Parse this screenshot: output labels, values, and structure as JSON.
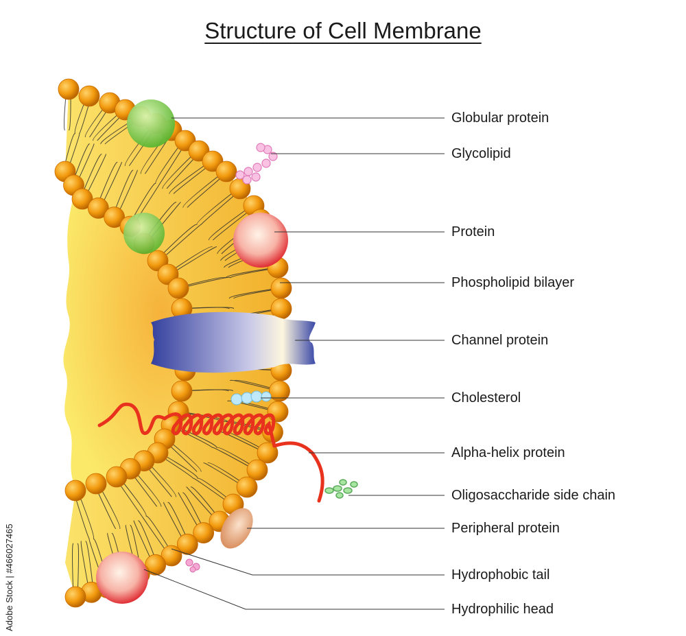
{
  "title": "Structure of Cell Membrane",
  "labels": [
    {
      "key": "globular_protein",
      "text": "Globular protein"
    },
    {
      "key": "glycolipid",
      "text": "Glycolipid"
    },
    {
      "key": "protein",
      "text": "Protein"
    },
    {
      "key": "phospholipid_bilayer",
      "text": "Phospholipid bilayer"
    },
    {
      "key": "channel_protein",
      "text": "Channel protein"
    },
    {
      "key": "cholesterol",
      "text": "Cholesterol"
    },
    {
      "key": "alpha_helix_protein",
      "text": "Alpha-helix protein"
    },
    {
      "key": "oligosaccharide_side_chain",
      "text": "Oligosaccharide side chain"
    },
    {
      "key": "peripheral_protein",
      "text": "Peripheral protein"
    },
    {
      "key": "hydrophobic_tail",
      "text": "Hydrophobic tail"
    },
    {
      "key": "hydrophilic_head",
      "text": "Hydrophilic head"
    }
  ],
  "watermark": "Adobe Stock | #466027465",
  "colors": {
    "head": "#f29a0e",
    "head_dark": "#c96a00",
    "membrane_fill": "#f7c640",
    "cytoplasm": "#f9dd55",
    "globular": "#7fd14a",
    "protein_red": "#e8363a",
    "channel": "#3a48a8",
    "cholesterol": "#8fd3f0",
    "glycolipid": "#f48ac4",
    "helix": "#e8321e",
    "oligosaccharide": "#7ed07c",
    "peripheral": "#e6a477"
  }
}
